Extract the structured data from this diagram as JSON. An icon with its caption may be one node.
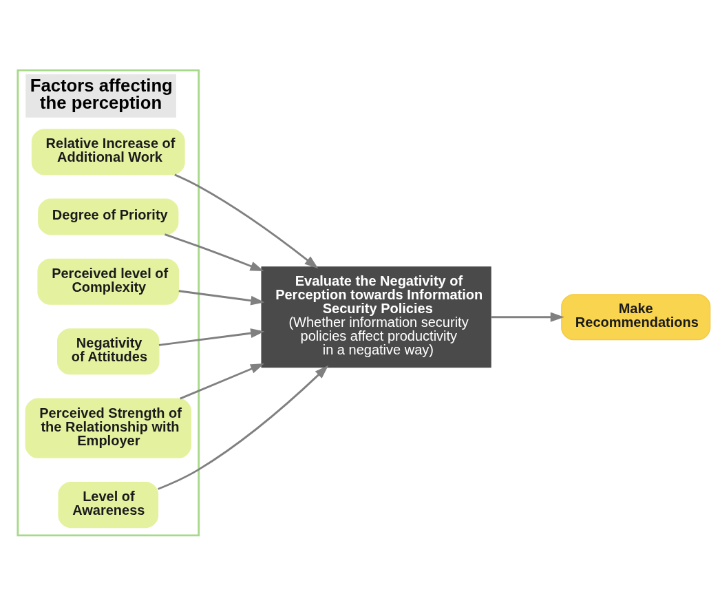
{
  "diagram": {
    "nodes": [
      {
        "text": [
          "Factors affecting the perception"
        ]
      },
      {
        "text": [
          "Relative Increase of Additional Work"
        ],
        "in": 0
      },
      {
        "text": [
          "Degree of Priority"
        ],
        "in": 0
      },
      {
        "text": [
          "Perceived level of Complexity"
        ],
        "in": 0
      },
      {
        "text": [
          "Negativity of Attitudes"
        ],
        "in": 0
      },
      {
        "text": [
          "Perceived Strength of the Relationship with Employer"
        ],
        "in": 0
      },
      {
        "text": [
          "Level of Awareness"
        ],
        "in": 0
      },
      {
        "text": [
          "Evaluate the Negativity of Perception towards Information Security Policies",
          "(Whether information security policies affect productivity in a negative way)"
        ]
      },
      {
        "text": [
          "Make Recommendations"
        ]
      }
    ],
    "edges": [
      {
        "from": 1,
        "to": 7,
        "arrow": "to"
      },
      {
        "from": 2,
        "to": 7,
        "arrow": "to"
      },
      {
        "from": 3,
        "to": 7,
        "arrow": "to"
      },
      {
        "from": 4,
        "to": 7,
        "arrow": "to"
      },
      {
        "from": 5,
        "to": 7,
        "arrow": "to"
      },
      {
        "from": 6,
        "to": 7,
        "arrow": "to"
      },
      {
        "from": 7,
        "to": 8,
        "arrow": "to"
      }
    ]
  }
}
